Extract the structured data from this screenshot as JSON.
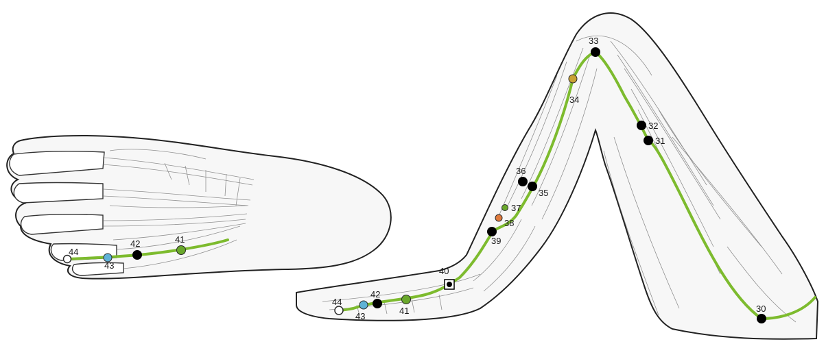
{
  "colors": {
    "meridian": "#7dbb2e",
    "point": "#000000",
    "point_fire": "#c9a235",
    "point_earth": "#e07a3c",
    "point_water": "#5fb2d6",
    "point_wood": "#6aa82c",
    "point_metal": "#ffffff",
    "outline": "#222222",
    "shading": "#6e6e6e"
  },
  "foot_view": {
    "points": [
      {
        "id": "44",
        "label": "44",
        "kind": "open",
        "fill": "#ffffff"
      },
      {
        "id": "43",
        "label": "43",
        "kind": "colored",
        "fill": "#5fb2d6"
      },
      {
        "id": "42",
        "label": "42",
        "kind": "solid",
        "fill": "#000000"
      },
      {
        "id": "41",
        "label": "41",
        "kind": "colored",
        "fill": "#6aa82c"
      }
    ]
  },
  "leg_view": {
    "points": [
      {
        "id": "30",
        "label": "30",
        "kind": "solid",
        "fill": "#000000"
      },
      {
        "id": "31",
        "label": "31",
        "kind": "solid",
        "fill": "#000000"
      },
      {
        "id": "32",
        "label": "32",
        "kind": "solid",
        "fill": "#000000"
      },
      {
        "id": "33",
        "label": "33",
        "kind": "solid",
        "fill": "#000000"
      },
      {
        "id": "34",
        "label": "34",
        "kind": "colored",
        "fill": "#c9a235"
      },
      {
        "id": "35",
        "label": "35",
        "kind": "solid",
        "fill": "#000000"
      },
      {
        "id": "36",
        "label": "36",
        "kind": "solid",
        "fill": "#000000"
      },
      {
        "id": "37",
        "label": "37",
        "kind": "colored",
        "fill": "#6aa82c"
      },
      {
        "id": "38",
        "label": "38",
        "kind": "colored",
        "fill": "#e07a3c"
      },
      {
        "id": "39",
        "label": "39",
        "kind": "solid",
        "fill": "#000000"
      },
      {
        "id": "40",
        "label": "40",
        "kind": "boxed",
        "fill": "#000000"
      },
      {
        "id": "41",
        "label": "41",
        "kind": "colored",
        "fill": "#6aa82c"
      },
      {
        "id": "42",
        "label": "42",
        "kind": "solid",
        "fill": "#000000"
      },
      {
        "id": "43",
        "label": "43",
        "kind": "colored",
        "fill": "#5fb2d6"
      },
      {
        "id": "44",
        "label": "44",
        "kind": "open",
        "fill": "#ffffff"
      }
    ]
  }
}
